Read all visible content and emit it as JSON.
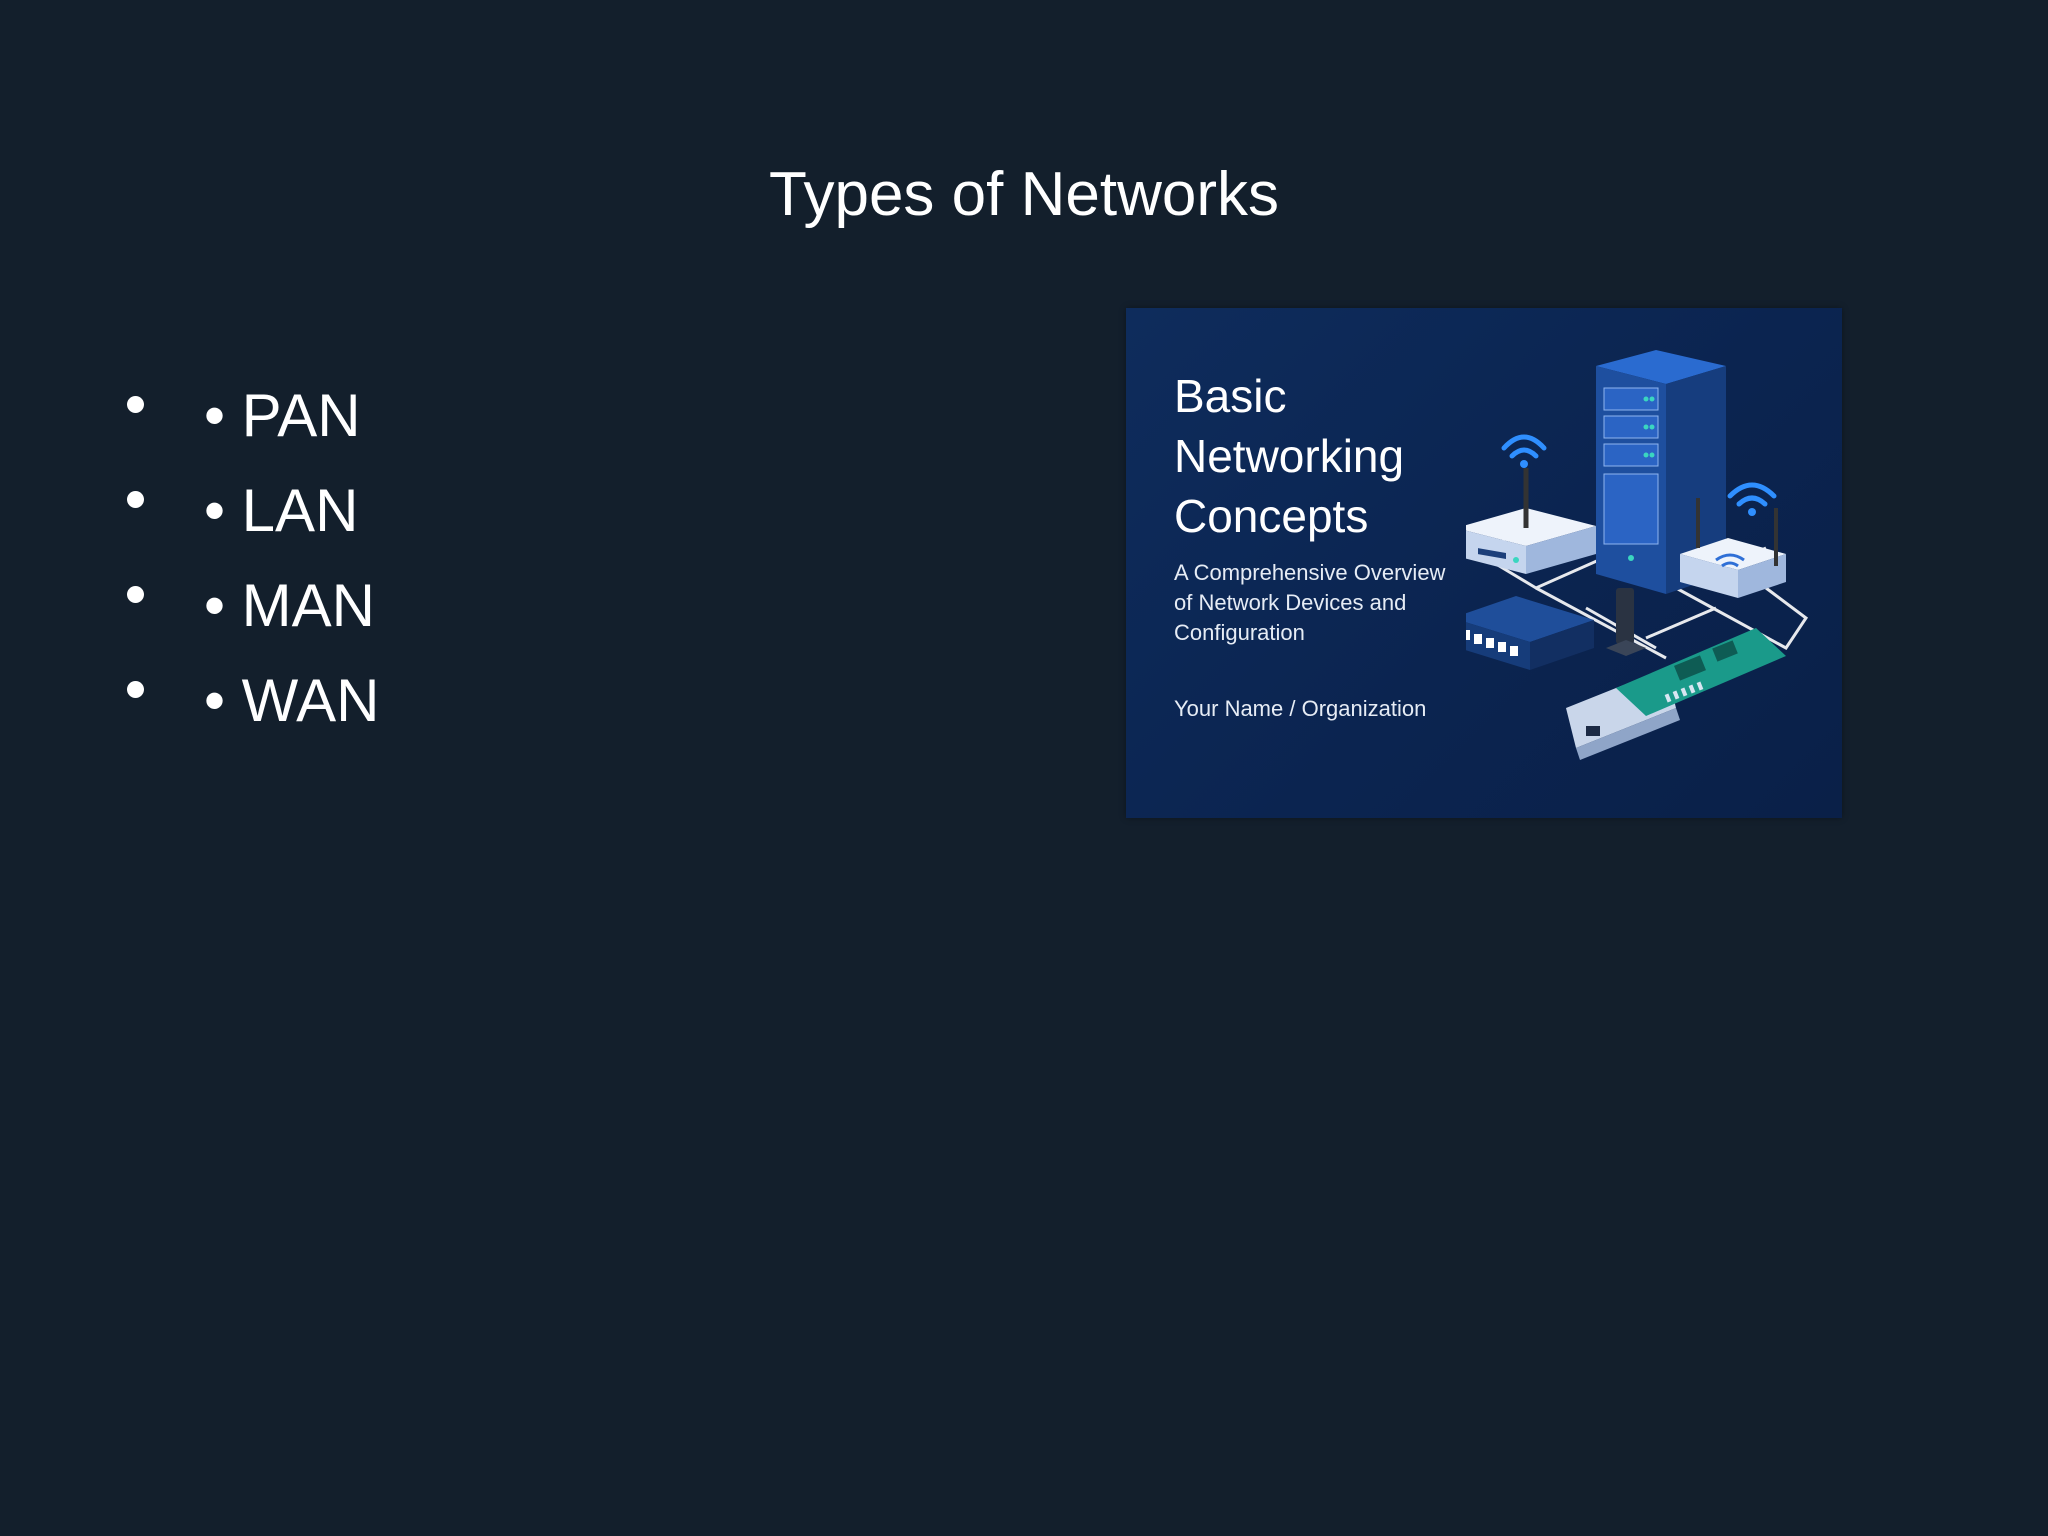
{
  "slide": {
    "title": "Types of Networks",
    "bullets": [
      {
        "text": "• PAN"
      },
      {
        "text": "• LAN"
      },
      {
        "text": "• MAN"
      },
      {
        "text": "• WAN"
      }
    ]
  },
  "thumbnail": {
    "title_lines": [
      "Basic",
      "Networking",
      "Concepts"
    ],
    "subtitle_lines": [
      "A Comprehensive Overview",
      "of Network Devices and",
      "Configuration"
    ],
    "author": "Your Name / Organization",
    "illustration_icon": "network-devices-illustration"
  },
  "colors": {
    "background": "#131f2c",
    "text": "#ffffff",
    "thumbnail_background": "#0b2450",
    "device_accent": "#2f6fd6"
  }
}
